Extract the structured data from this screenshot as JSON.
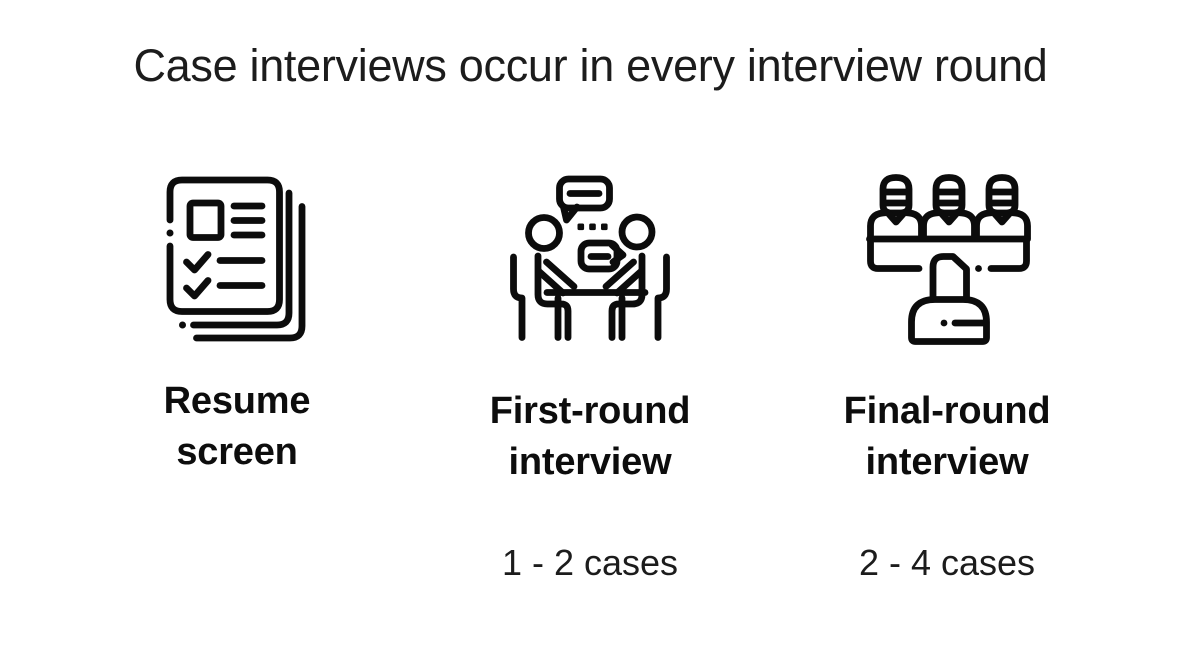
{
  "slide": {
    "title": "Case interviews occur in every interview round",
    "background_color": "#ffffff",
    "text_color": "#1c1c1c",
    "icon_color": "#0c0c0c"
  },
  "stages": [
    {
      "icon": "resume-documents-stack-icon",
      "label_lines": [
        "Resume",
        "screen"
      ]
    },
    {
      "icon": "two-people-table-interview-icon",
      "label_lines": [
        "First-round",
        "interview"
      ],
      "cases": "1 - 2 cases"
    },
    {
      "icon": "interview-panel-candidate-icon",
      "label_lines": [
        "Final-round",
        "interview"
      ],
      "cases": "2 - 4 cases"
    }
  ]
}
